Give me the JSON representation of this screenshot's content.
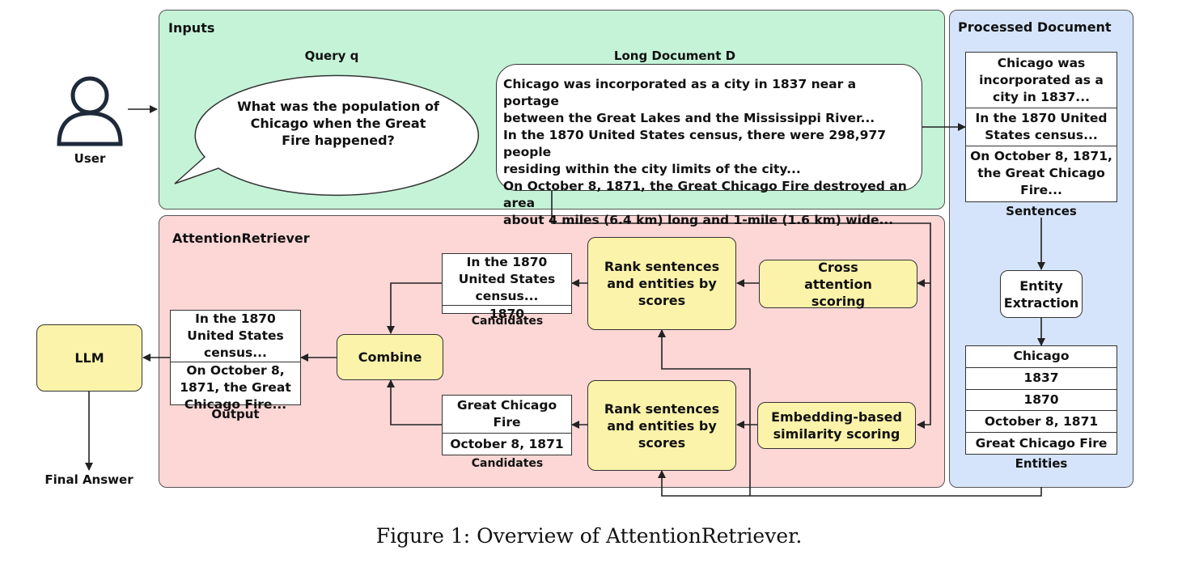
{
  "user": {
    "label": "User"
  },
  "inputs": {
    "title": "Inputs",
    "query_label": "Query q",
    "query_text": "What was the population of Chicago when the Great Fire happened?",
    "doc_label": "Long Document D",
    "doc_lines": [
      "Chicago was incorporated as a city in 1837 near a portage",
      "between the Great Lakes and the Mississippi River...",
      "In the 1870 United States census, there were 298,977 people",
      "residing within the city limits of the city...",
      "On October 8, 1871, the Great Chicago Fire destroyed an area",
      "about 4 miles (6.4 km) long and 1-mile (1.6 km) wide..."
    ]
  },
  "processed": {
    "title": "Processed Document",
    "sentences": [
      "Chicago was incorporated as a city in 1837...",
      "In the 1870 United States census...",
      "On October 8, 1871, the Great Chicago Fire..."
    ],
    "sentences_label": "Sentences",
    "entity_extraction": "Entity Extraction",
    "entities": [
      "Chicago",
      "1837",
      "1870",
      "October 8, 1871",
      "Great Chicago Fire"
    ],
    "entities_label": "Entities"
  },
  "retriever": {
    "title": "AttentionRetriever",
    "cross_attention": "Cross attention scoring",
    "embedding": "Embedding-based similarity scoring",
    "rank_top": "Rank sentences and entities by scores",
    "rank_bottom": "Rank sentences and entities by scores",
    "cand_top": [
      "In the 1870 United States census...",
      "1870"
    ],
    "cand_bottom": [
      "Great Chicago Fire",
      "October 8, 1871"
    ],
    "candidates_label": "Candidates",
    "combine": "Combine",
    "output": [
      "In the 1870 United States census...",
      "On October 8, 1871, the Great Chicago Fire..."
    ],
    "output_label": "Output"
  },
  "llm": {
    "label": "LLM"
  },
  "final": {
    "label": "Final Answer"
  },
  "caption": "Figure 1: Overview of AttentionRetriever.",
  "colors": {
    "inputs_bg": "#c5f3d8",
    "retriever_bg": "#fdd6d6",
    "processed_bg": "#d5e4fb",
    "box_fill": "#fbf3a9"
  }
}
